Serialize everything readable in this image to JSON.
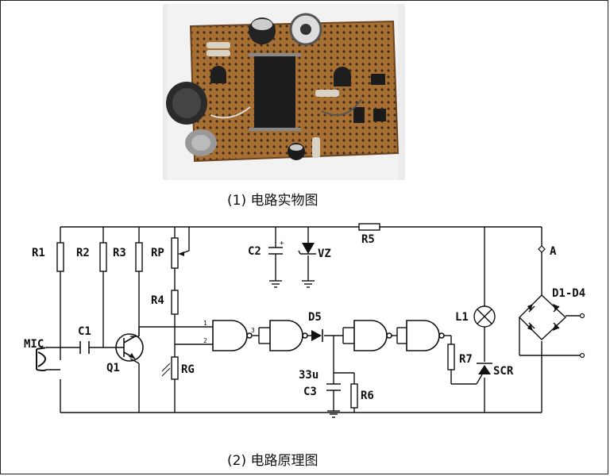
{
  "captions": {
    "photo": "(1) 电路实物图",
    "schematic": "(2) 电路原理图"
  },
  "labels": {
    "R1": "R1",
    "R2": "R2",
    "R3": "R3",
    "RP": "RP",
    "R4": "R4",
    "RG": "RG",
    "C1": "C1",
    "Q1": "Q1",
    "MIC": "MIC",
    "C2": "C2",
    "VZ": "VZ",
    "R5": "R5",
    "A": "A",
    "D1D4": "D1-D4",
    "L1": "L1",
    "D5": "D5",
    "C3val": "33u",
    "C3": "C3",
    "R6": "R6",
    "R7": "R7",
    "SCR": "SCR",
    "pin1": "1",
    "pin2": "2",
    "pin3": "3"
  },
  "colors": {
    "board": "#b07a3a",
    "photo_bg": "#ededed",
    "ink": "#111111"
  }
}
